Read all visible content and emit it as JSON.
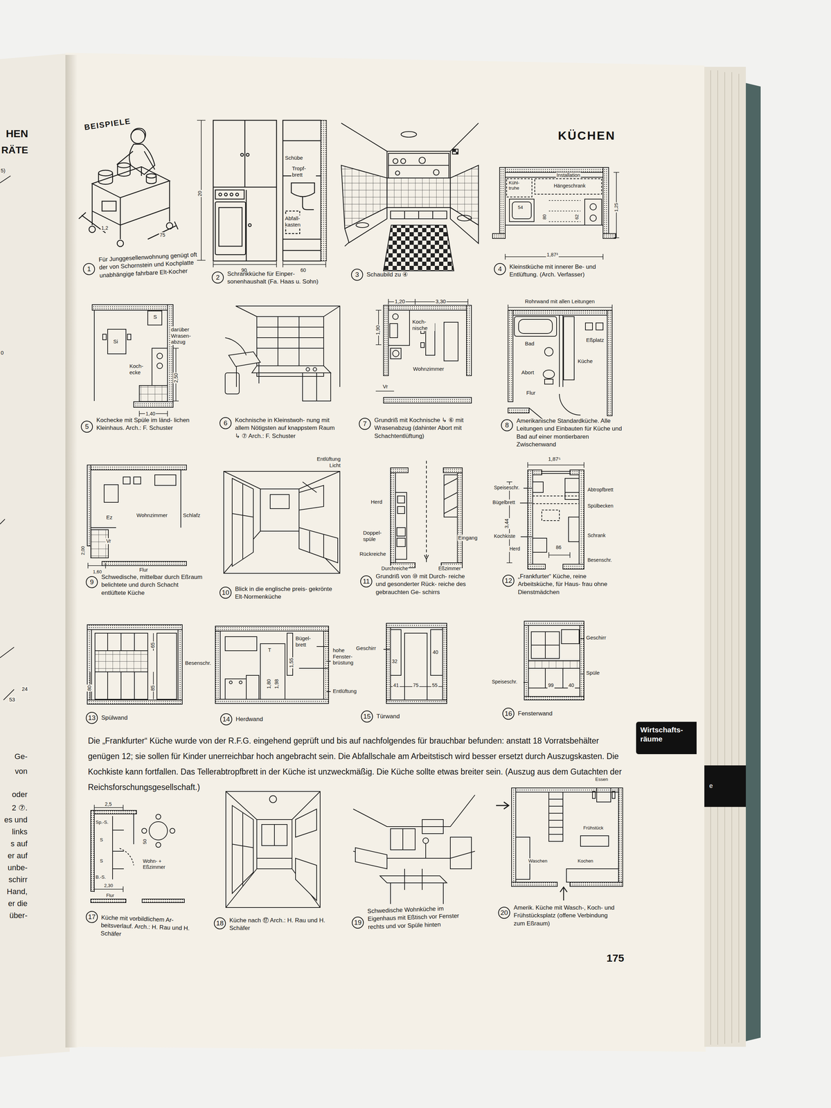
{
  "diagram": {
    "title": "KÜCHEN",
    "nodes": [
      {
        "text": [
          "1"
        ]
      },
      {
        "text": [
          "2"
        ]
      },
      {
        "text": [
          "3"
        ]
      },
      {
        "text": [
          "4"
        ]
      },
      {
        "text": [
          "5"
        ]
      },
      {
        "text": [
          "6"
        ]
      },
      {
        "text": [
          "7"
        ]
      },
      {
        "text": [
          "8"
        ]
      },
      {
        "text": [
          "9"
        ]
      },
      {
        "text": [
          "10"
        ]
      },
      {
        "text": [
          "11"
        ]
      },
      {
        "text": [
          "12"
        ]
      },
      {
        "text": [
          "13"
        ]
      },
      {
        "text": [
          "14"
        ]
      },
      {
        "text": [
          "15"
        ]
      },
      {
        "text": [
          "16"
        ]
      },
      {
        "text": [
          "17"
        ]
      },
      {
        "text": [
          "18"
        ]
      },
      {
        "text": [
          "19"
        ]
      },
      {
        "text": [
          "20"
        ]
      },
      {
        "text": [
          "Wirtschafts- räume"
        ]
      }
    ],
    "labels": [
      "HEN",
      "RÄTE",
      "5)",
      "0",
      "53",
      "24",
      "Ge-",
      "von",
      "oder",
      "2 ⑦.",
      "es und",
      "links",
      "s auf",
      "er auf",
      "unbe-",
      "schirr",
      "Hand,",
      "er die",
      "über-",
      "BEISPIELE",
      "1,2",
      "75",
      "Für Junggesellenwohnung genügt oft der von Schornstein und Kochplatte unabhängige fahrbare Elt-Kocher",
      "20",
      "Schübe",
      "Tropf- brett",
      "Abfall- kasten",
      "90",
      "60",
      "Schrankküche für Einper- sonenhaushalt (Fa. Haas u. Sohn)",
      "Schaubild zu ④",
      "Installation",
      "Kühl- truhe",
      "Hängeschrank",
      "54",
      "80",
      "62",
      "1,25",
      "1,87³",
      "Kleinstküche mit innerer Be- und Entlüftung. (Arch. Verfasser)",
      "S",
      "Si",
      "darüber Wrasen- abzug",
      "Koch- ecke",
      "2,50",
      "1,40",
      "Kochecke mit Spüle im länd- lichen Kleinhaus. Arch.: F. Schuster",
      "Kochnische in Kleinstwoh- nung mit allem Nötigsten auf knappstem Raum ↳ ⑦ Arch.: F. Schuster",
      "1,20",
      "3,30",
      "1,90",
      "Koch- nische",
      "Wohnzimmer",
      "Vr",
      "Grundriß mit Kochnische ↳ ⑥ mit Wrasenabzug (dahinter Abort mit Schachtentlüftung)",
      "Rohrwand mit allen Leitungen",
      "Bad",
      "Eßplatz",
      "Küche",
      "Abort",
      "Flur",
      "Amerikanische Standardküche. Alle Leitungen und Einbauten für Küche und Bad auf einer montierbaren Zwischenwand",
      "Ez",
      "Wohnzimmer",
      "Schlafz",
      "Vr",
      "2,00",
      "1,60",
      "Flur",
      "Schwedische, mittelbar durch Eßraum belichtete und durch Schacht entlüftete Küche",
      "Entlüftung Licht",
      "Blick in die englische preis- gekrönte Elt-Normenküche",
      "Herd",
      "Doppel- spüle",
      "Rückreiche",
      "Eingang",
      "Durchreiche",
      "Eßzimmer",
      "Grundriß von ⑩ mit Durch- reiche und gesonderter Rück- reiche des gebrauchten Ge- schirrs",
      "1,87⁵",
      "Speiseschr.",
      "Bügelbrett",
      "Abtropfbrett",
      "Spülbecken",
      "3,44",
      "Kochkiste",
      "Herd",
      "86",
      "Schrank",
      "Besenschr.",
      "„Frankfurter“ Küche, reine Arbeitsküche, für Haus- frau ohne Dienstmädchen",
      "65",
      "85",
      "80",
      "Besenschr.",
      "Spülwand",
      "Bügel- brett",
      "T",
      "1,55",
      "1,80",
      "1,98",
      "hohe Fenster- brüstung",
      "Entlüftung",
      "Herdwand",
      "Geschirr",
      "32",
      "40",
      "41",
      "75",
      "55",
      "Türwand",
      "Geschirr",
      "Spüle",
      "Speiseschr.",
      "99",
      "40",
      "Fensterwand",
      "Die „Frankfurter“ Küche wurde von der R.F.G. eingehend geprüft und bis auf nachfolgendes für brauchbar befunden: anstatt 18 Vorratsbehälter genügen 12; sie sollen für Kinder unerreichbar hoch angebracht sein. Die Abfallschale am Arbeitstisch wird besser ersetzt durch Auszugskasten. Die Kochkiste kann fortfallen. Das Tellerabtropfbrett in der Küche ist unzweckmäßig. Die Küche sollte etwas breiter sein. (Auszug aus dem Gutachten der Reichsforschungsgesellschaft.)",
      "2,5",
      "Sp.-S.",
      "S",
      "S",
      "50",
      "B.-S.",
      "Wohn- + Eßzimmer",
      "2,30",
      "Flur",
      "Küche mit vorbildlichem Ar- beitsverlauf. Arch.: H. Rau und H. Schäfer",
      "Küche nach ⑰ Arch.: H. Rau und H. Schäfer",
      "Schwedische Wohnküche im Eigenhaus mit Eßtisch vor Fenster rechts und vor Spüle hinten",
      "Essen",
      "Frühstück",
      "Waschen",
      "Kochen",
      "Amerik. Küche mit Wasch-, Koch- und Frühstücksplatz (offene Verbindung zum Eßraum)",
      "175",
      "e"
    ]
  }
}
